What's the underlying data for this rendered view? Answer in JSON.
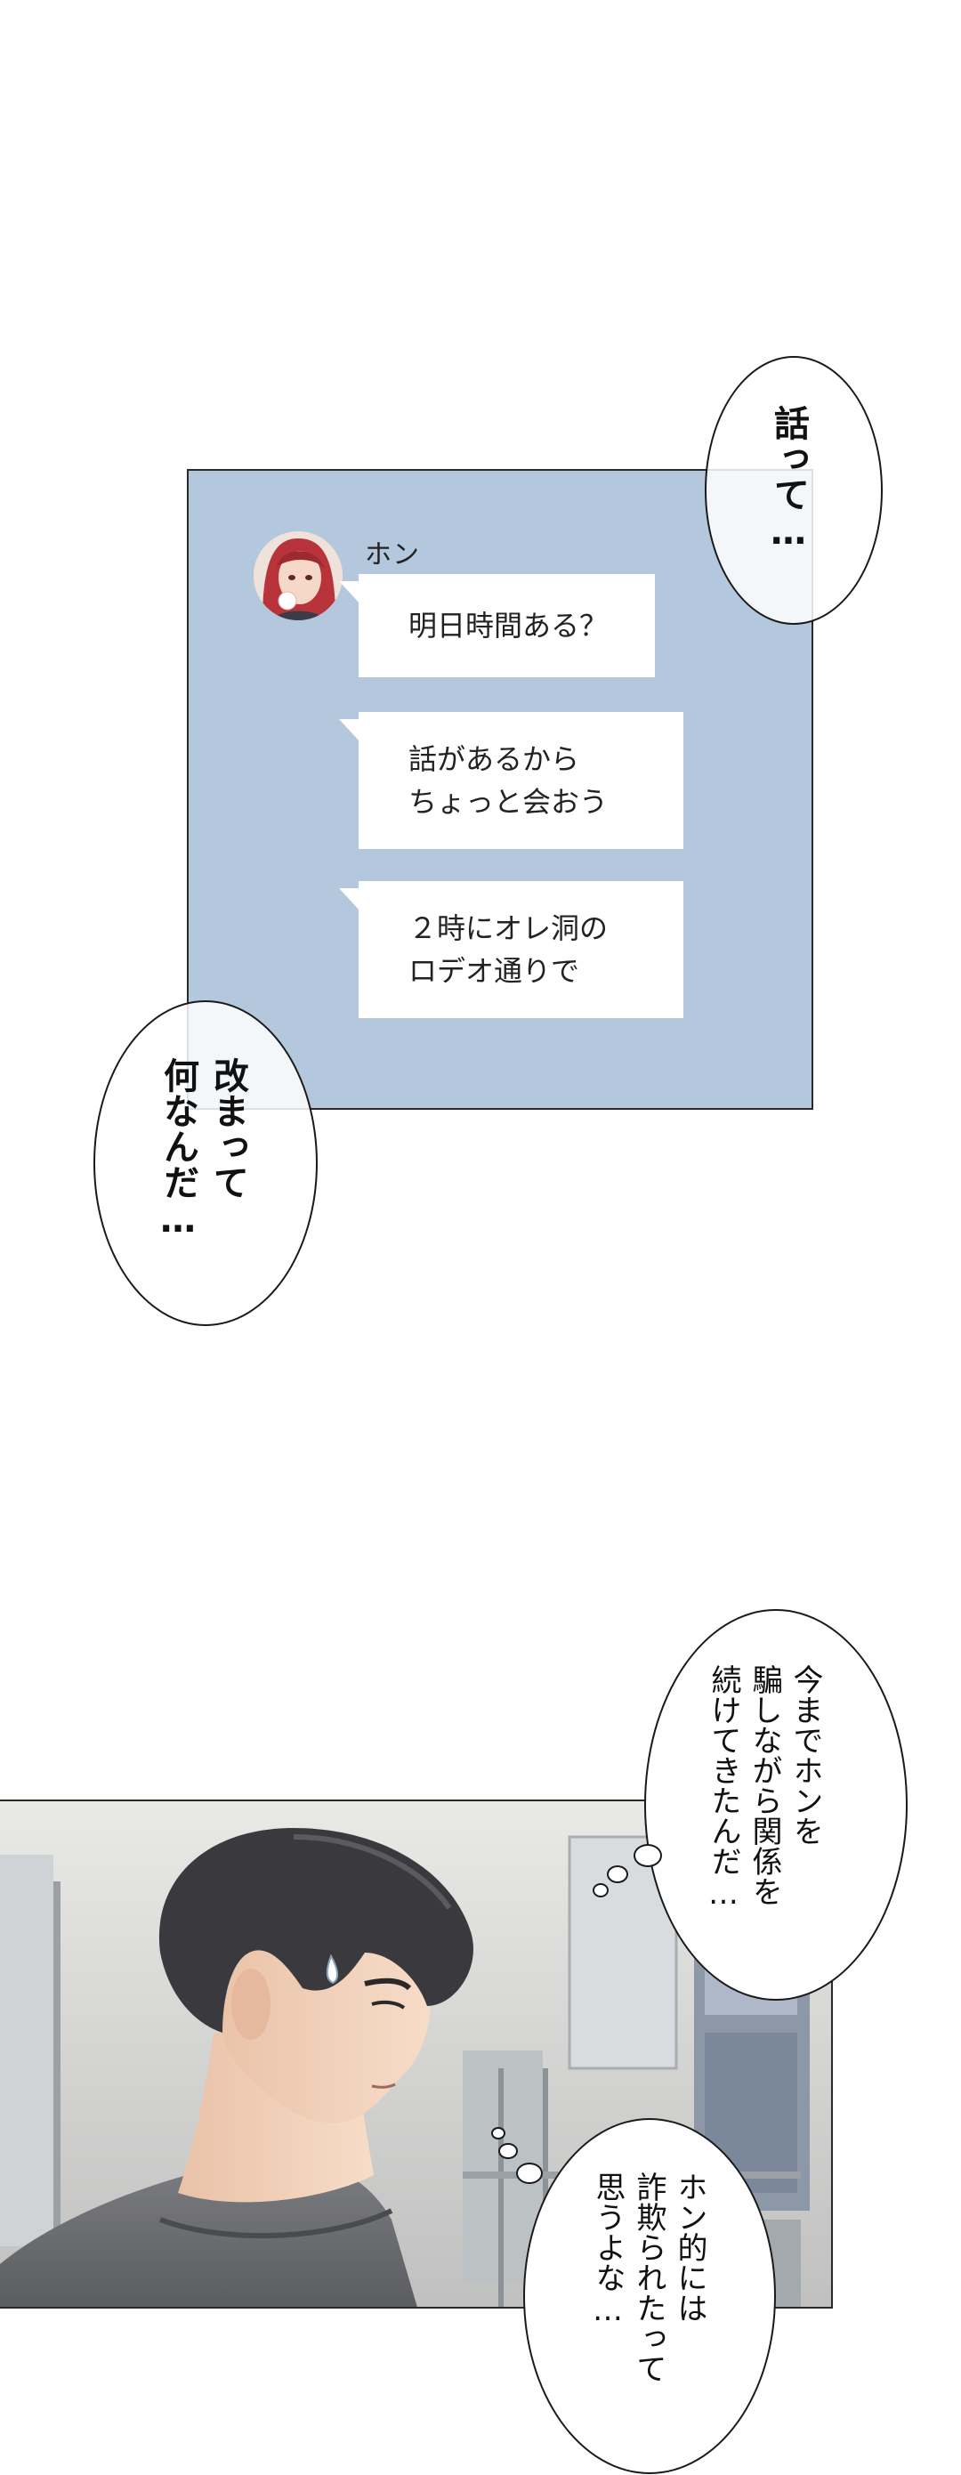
{
  "chat": {
    "sender": "ホン",
    "messages": [
      "明日時間ある？",
      "話があるから\nちょっと会おう",
      "２時にオレ洞の\nロデオ通りで"
    ]
  },
  "balloons": {
    "b1": "話って…",
    "b2": "改まって\n何なんだ…",
    "b3": "今までホンを\n騙しながら関係を\n続けてきたんだ…",
    "b4": "ホン的には\n詐欺られたって\n思うよな…"
  },
  "icons": {
    "avatar": "woman-avatar-icon"
  },
  "colors": {
    "chat_background": "#b3c8dc",
    "bubble": "#ffffff"
  }
}
